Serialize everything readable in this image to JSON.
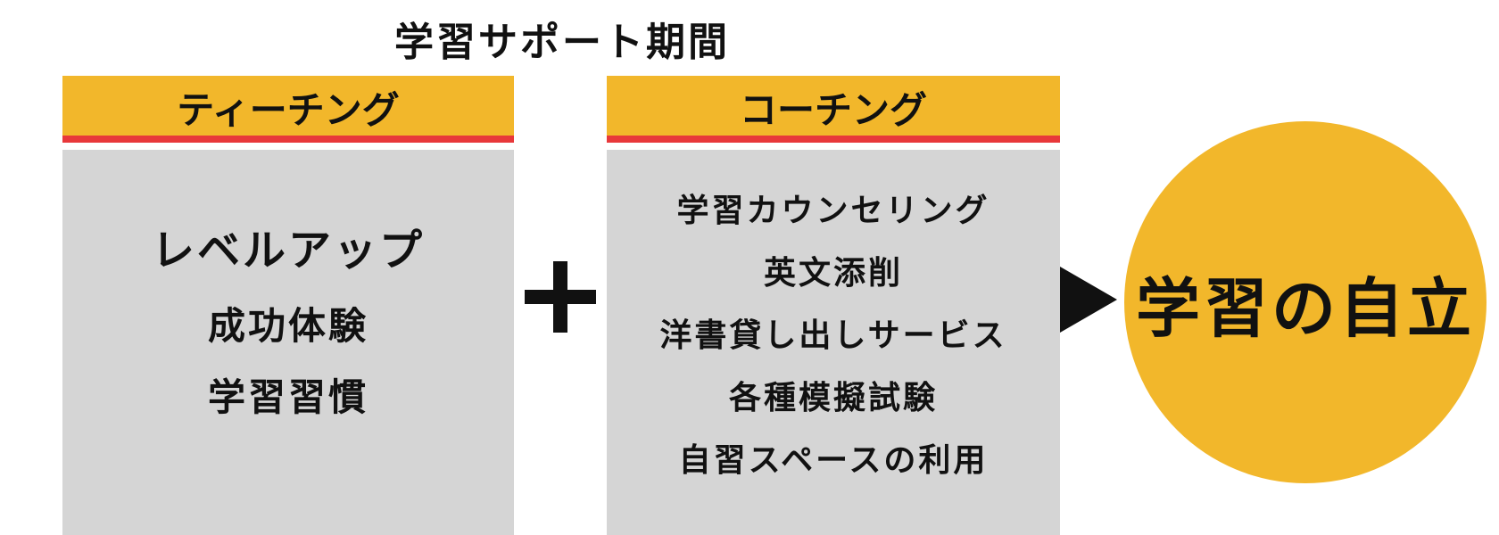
{
  "title": "学習サポート期間",
  "teaching": {
    "header": "ティーチング",
    "items": [
      "レベルアップ",
      "成功体験",
      "学習習慣"
    ]
  },
  "coaching": {
    "header": "コーチング",
    "items": [
      "学習カウンセリング",
      "英文添削",
      "洋書貸し出しサービス",
      "各種模擬試験",
      "自習スペースの利用"
    ]
  },
  "result": "学習の自立",
  "colors": {
    "header_bg": "#f2b72b",
    "header_underline": "#e8383a",
    "panel_bg": "#d5d5d5",
    "circle_bg": "#f2b72b",
    "text": "#111111"
  },
  "icons": {
    "plus": "plus-icon",
    "arrow": "arrow-right-icon"
  }
}
